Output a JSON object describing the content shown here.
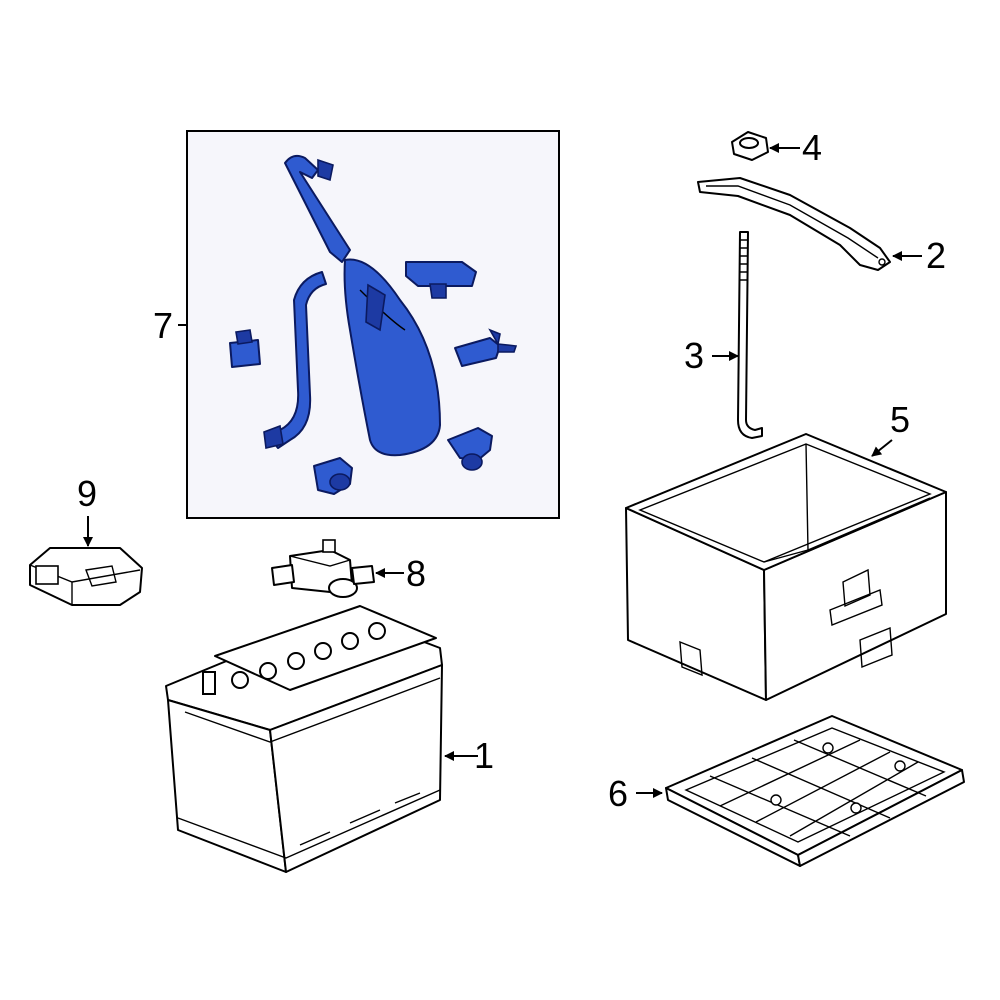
{
  "diagram": {
    "callouts": {
      "c1": "1",
      "c2": "2",
      "c3": "3",
      "c4": "4",
      "c5": "5",
      "c6": "6",
      "c7": "7",
      "c8": "8",
      "c9": "9"
    },
    "colors": {
      "highlight_part": "#2f5bd0",
      "highlight_outline": "#0b1a60",
      "inset_background": "#f6f6fb"
    }
  }
}
